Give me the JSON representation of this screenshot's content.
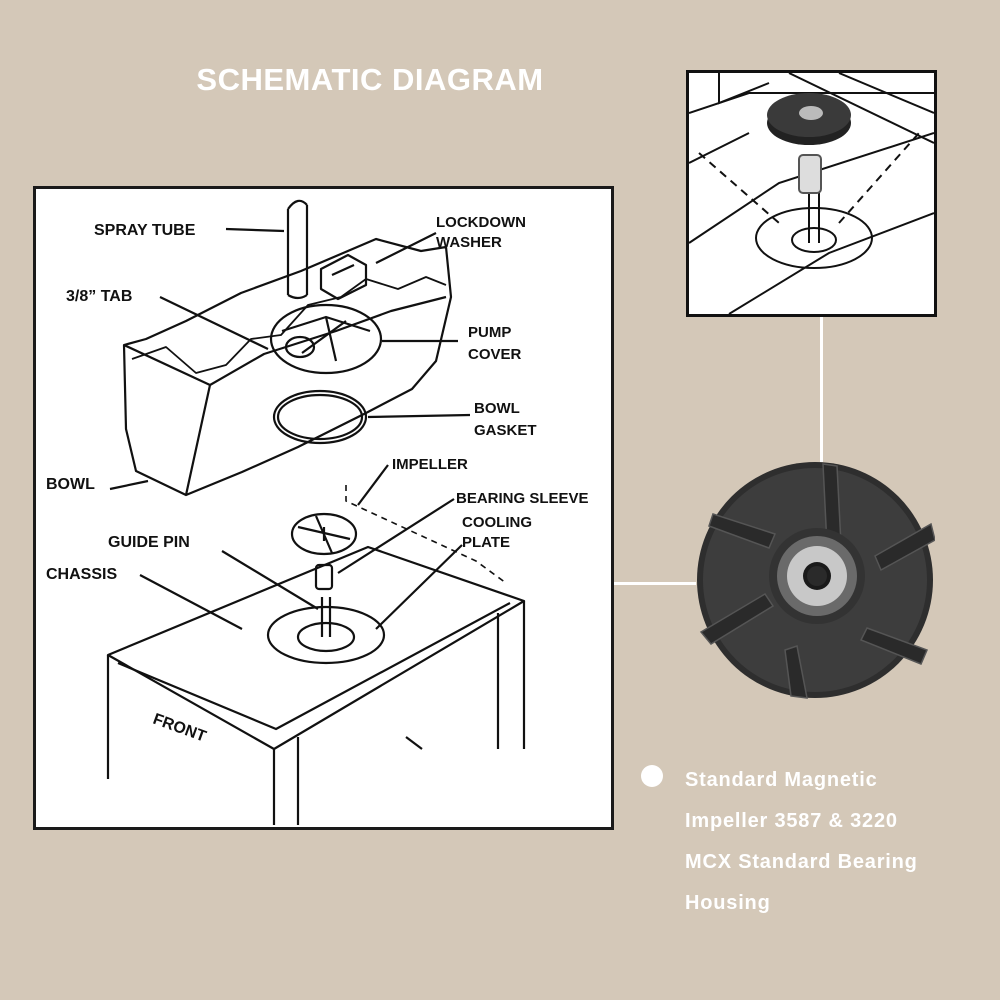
{
  "title": "SCHEMATIC DIAGRAM",
  "labels": {
    "spray_tube": "SPRAY TUBE",
    "lockdown_1": "LOCKDOWN",
    "lockdown_2": "WASHER",
    "tab": "3/8” TAB",
    "pump_1": "PUMP",
    "pump_2": "COVER",
    "bowl_gasket_1": "BOWL",
    "bowl_gasket_2": "GASKET",
    "impeller": "IMPELLER",
    "bowl": "BOWL",
    "bearing_sleeve": "BEARING SLEEVE",
    "cooling_1": "COOLING",
    "cooling_2": "PLATE",
    "guide_pin": "GUIDE PIN",
    "chassis": "CHASSIS",
    "front": "FRONT"
  },
  "caption": {
    "line1": "Standard Magnetic",
    "line2": "Impeller 3587 & 3220",
    "line3": "MCX Standard Bearing",
    "line4": "Housing"
  },
  "colors": {
    "background": "#d4c8b8",
    "line": "#111111",
    "product": "#3a3a3a"
  }
}
